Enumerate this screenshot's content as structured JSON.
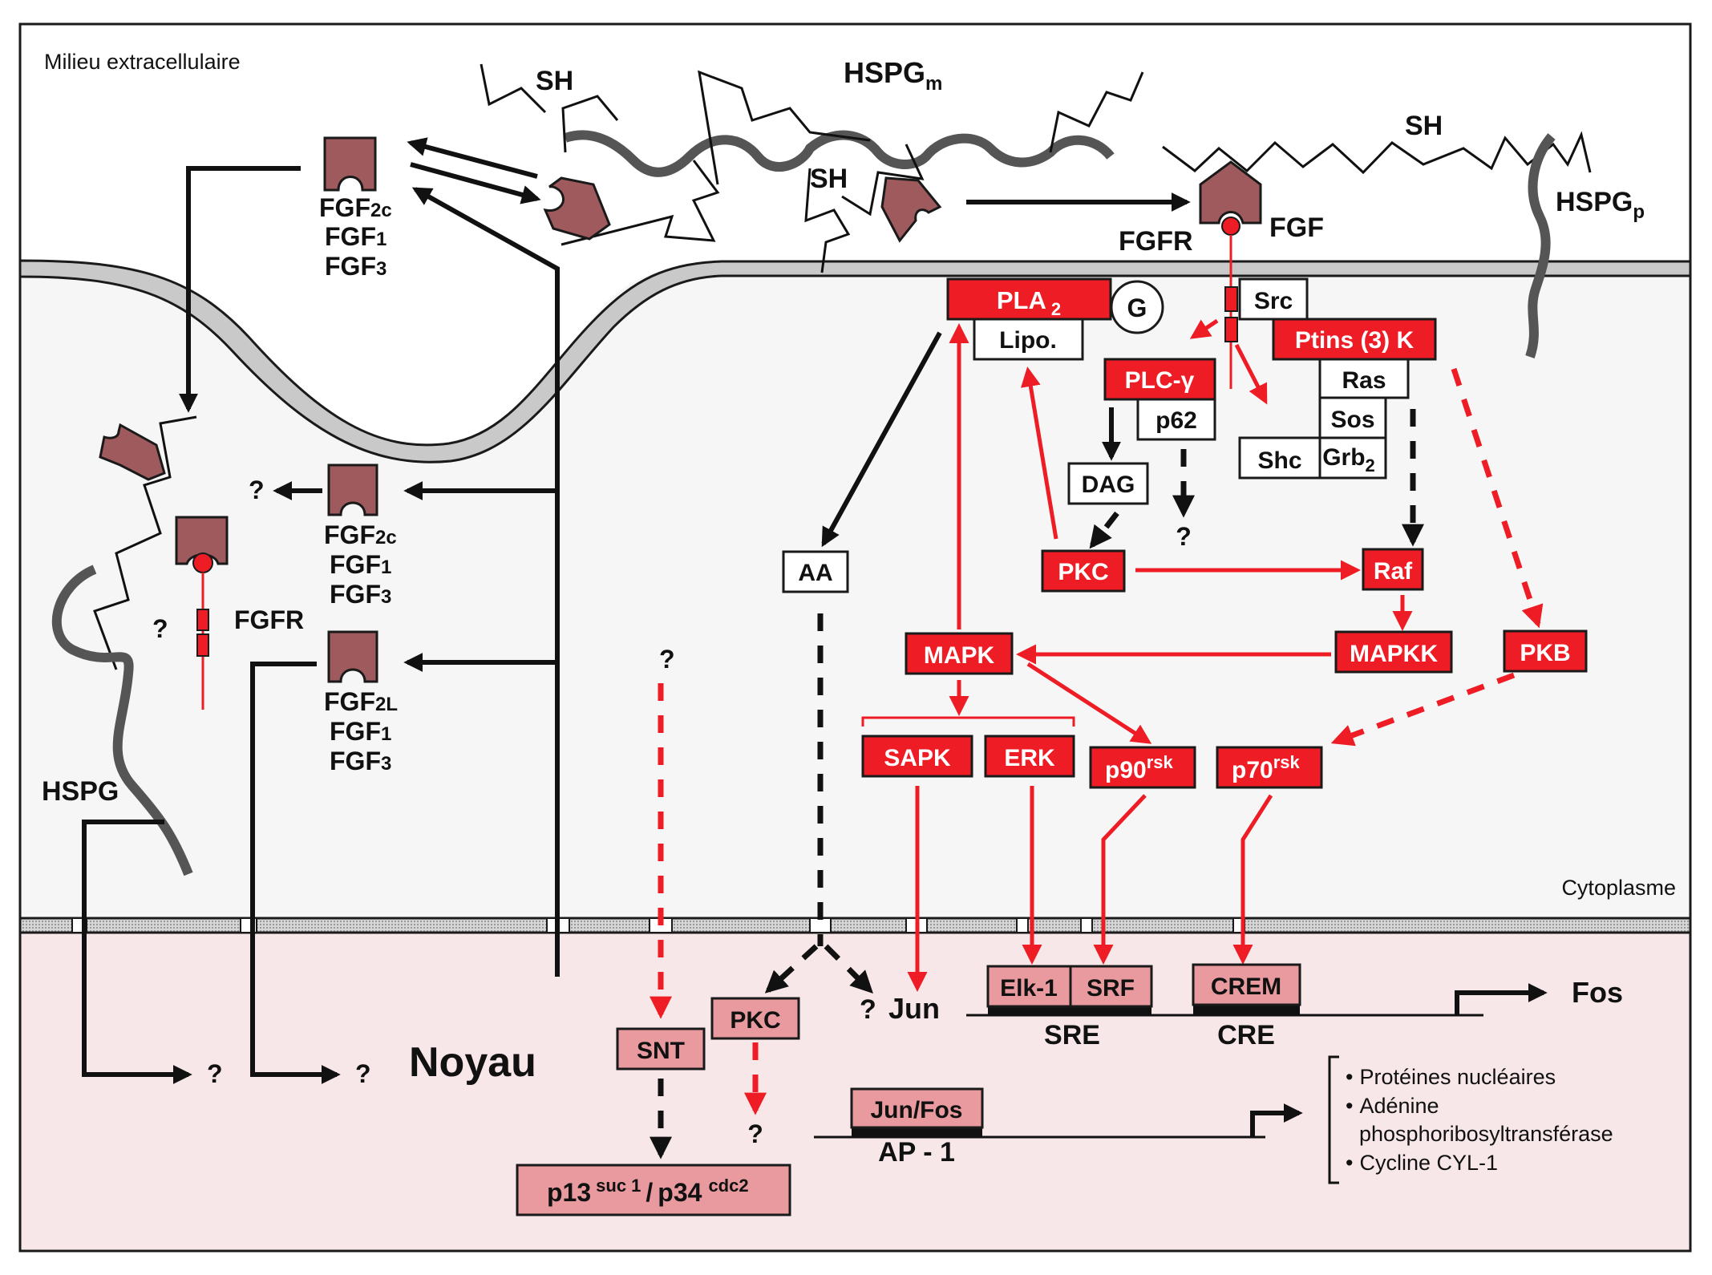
{
  "colors": {
    "active_kinase": "#ee1c24",
    "nuclear_factor": "#e89a9e",
    "ligand": "#9e5a5c",
    "nucleus_background": "#f7e7e8",
    "cytoplasm_background": "#f6f6f6",
    "membrane": "#c9c9c9",
    "hspg_core": "#555555"
  },
  "compartments": {
    "extracellular": "Milieu extracellulaire",
    "cytoplasm": "Cytoplasme",
    "nucleus": "Noyau"
  },
  "extracellular": {
    "sh_labels": [
      "SH",
      "SH",
      "SH"
    ],
    "hspg_matrix": {
      "base": "HSPG",
      "sub": "m"
    },
    "hspg_pericellular": {
      "base": "HSPG",
      "sub": "p"
    },
    "receptor_label": "FGFR",
    "ligand_label": "FGF",
    "secreted_group": [
      {
        "base": "FGF",
        "sub": "2c"
      },
      {
        "base": "FGF",
        "sub": "1"
      },
      {
        "base": "FGF",
        "sub": "3"
      }
    ]
  },
  "intracellular_left": {
    "group_upper": [
      {
        "base": "FGF",
        "sub": "2c"
      },
      {
        "base": "FGF",
        "sub": "1"
      },
      {
        "base": "FGF",
        "sub": "3"
      }
    ],
    "group_lower": [
      {
        "base": "FGF",
        "sub": "2L"
      },
      {
        "base": "FGF",
        "sub": "1"
      },
      {
        "base": "FGF",
        "sub": "3"
      }
    ],
    "receptor_label": "FGFR",
    "hspg_label": "HSPG",
    "unknown": "?"
  },
  "nodes": {
    "pla2": {
      "base": "PLA",
      "sub": "2"
    },
    "lipo": "Lipo.",
    "g_protein": "G",
    "src": "Src",
    "ptins3k": "Ptins (3) K",
    "plc_gamma": "PLC-γ",
    "p62": "p62",
    "ras": "Ras",
    "sos": "Sos",
    "shc": "Shc",
    "grb2": {
      "base": "Grb",
      "sub": "2"
    },
    "dag": "DAG",
    "aa": "AA",
    "pkc": "PKC",
    "raf": "Raf",
    "mapk": "MAPK",
    "mapkk": "MAPKK",
    "pkb": "PKB",
    "sapk": "SAPK",
    "erk": "ERK",
    "p90rsk": {
      "base": "p90",
      "sup": "rsk"
    },
    "p70rsk": {
      "base": "p70",
      "sup": "rsk"
    },
    "unknown": "?"
  },
  "nucleus": {
    "elk1": "Elk-1",
    "srf": "SRF",
    "crem": "CREM",
    "sre": "SRE",
    "cre": "CRE",
    "fos": "Fos",
    "jun": "Jun",
    "jun_fos": "Jun/Fos",
    "ap1": "AP - 1",
    "snt": "SNT",
    "pkc": "PKC",
    "p13": {
      "base1": "p13",
      "sup1": "suc 1",
      "sep": "/",
      "base2": "p34",
      "sup2": "cdc2"
    },
    "unknown": "?",
    "targets": [
      "Protéines nucléaires",
      "Adénine",
      "phosphoribosyltransférase",
      "Cycline CYL-1"
    ],
    "bullet": "•"
  }
}
